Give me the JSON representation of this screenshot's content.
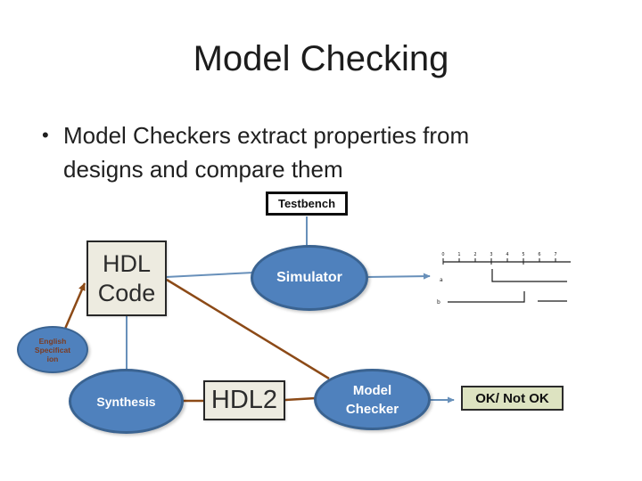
{
  "slide": {
    "title": "Model Checking",
    "bullet_char": "•",
    "bullet_text": "Model Checkers extract properties from designs and compare them"
  },
  "diagram": {
    "testbench": {
      "label": "Testbench"
    },
    "hdl_code": {
      "line1": "HDL",
      "line2": "Code"
    },
    "simulator": {
      "label": "Simulator"
    },
    "english_spec": {
      "line1": "English",
      "line2": "Specificat",
      "line3": "ion"
    },
    "synthesis": {
      "label": "Synthesis"
    },
    "hdl2": {
      "label": "HDL2"
    },
    "model_checker": {
      "line1": "Model",
      "line2": "Checker"
    },
    "result_box": {
      "label": "OK/ Not OK"
    },
    "waveform": {
      "tick_labels": [
        "0",
        "1",
        "2",
        "3",
        "4",
        "5",
        "6",
        "7"
      ],
      "signal_a_label": "a",
      "signal_b_label": "b"
    },
    "colors": {
      "node_fill": "#4f81bd",
      "node_border": "#3a6391",
      "box_fill": "#edebe0",
      "result_fill": "#dde3c1",
      "connector_blue": "#6890ba",
      "connector_brown": "#8c4a17",
      "spec_text_brown": "#7c3c22"
    }
  }
}
